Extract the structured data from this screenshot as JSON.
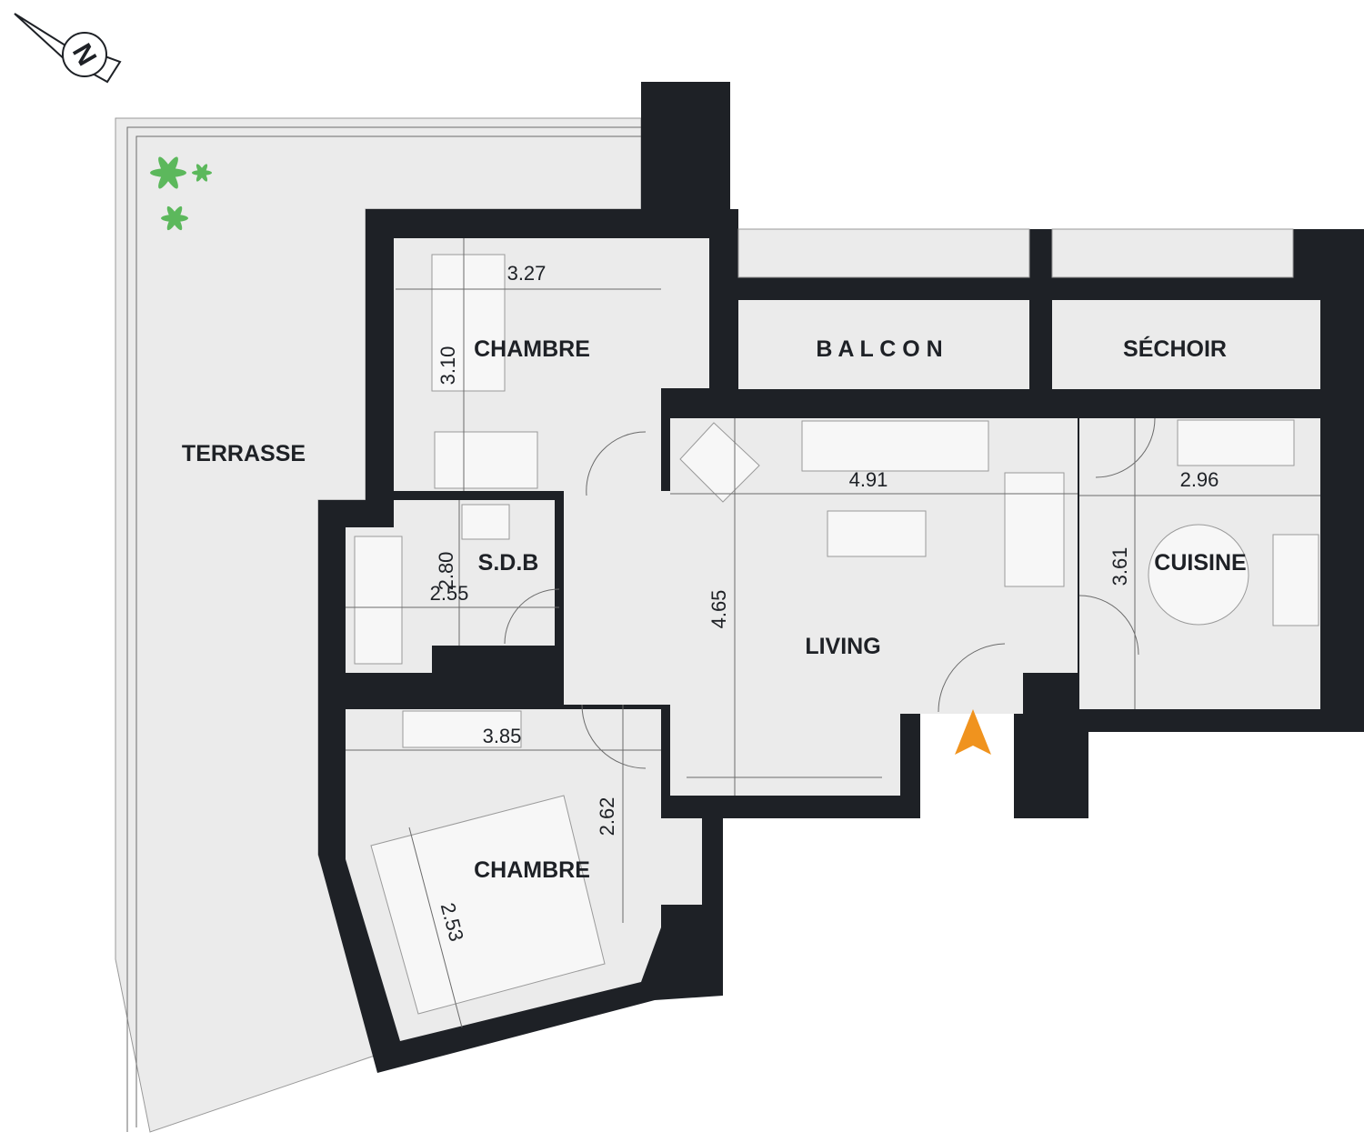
{
  "compass": {
    "letter": "N"
  },
  "rooms": {
    "terrasse": "TERRASSE",
    "chambre_1": "CHAMBRE",
    "balcon": "B A L C O N",
    "sechoir": "SÉCHOIR",
    "sdb": "S.D.B",
    "living": "LIVING",
    "cuisine": "CUISINE",
    "chambre_2": "CHAMBRE"
  },
  "dimensions": {
    "chambre_1_width": "3.27",
    "chambre_1_depth": "3.10",
    "living_width": "4.91",
    "living_depth": "4.65",
    "cuisine_width": "2.96",
    "cuisine_depth": "3.61",
    "sdb_width": "2.55",
    "sdb_depth": "2.80",
    "chambre_2_width": "3.85",
    "chambre_2_depth": "2.62",
    "chambre_2_bed": "2.53"
  },
  "colors": {
    "wall": "#1e2126",
    "floor": "#ebebeb",
    "entrance_arrow": "#f0931e",
    "plant": "#5cb85c"
  }
}
